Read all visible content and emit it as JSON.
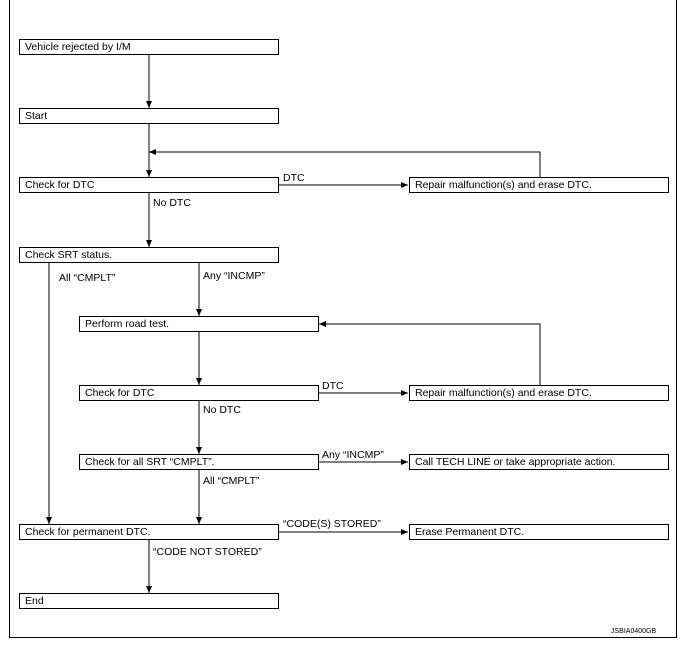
{
  "boxes": {
    "vehicle_rejected": "Vehicle rejected by I/M",
    "start": "Start",
    "check_dtc_1": "Check for DTC",
    "repair_1": "Repair malfunction(s) and erase DTC.",
    "check_srt": "Check SRT status.",
    "road_test": "Perform road test.",
    "check_dtc_2": "Check for DTC",
    "repair_2": "Repair malfunction(s) and erase DTC.",
    "check_all_srt": "Check for all SRT “CMPLT”.",
    "tech_line": "Call TECH LINE or take appropriate action.",
    "check_permanent": "Check for permanent DTC.",
    "erase_permanent": "Erase Permanent DTC.",
    "end": "End"
  },
  "labels": {
    "dtc_1": "DTC",
    "no_dtc_1": "No DTC",
    "all_cmplt_1": "All “CMPLT”",
    "any_incmp_1": "Any “INCMP”",
    "dtc_2": "DTC",
    "no_dtc_2": "No DTC",
    "any_incmp_2": "Any “INCMP”",
    "all_cmplt_2": "All “CMPLT”",
    "codes_stored": "“CODE(S) STORED”",
    "code_not_stored": "“CODE NOT STORED”"
  },
  "figure_code": "JSBIA0400GB"
}
